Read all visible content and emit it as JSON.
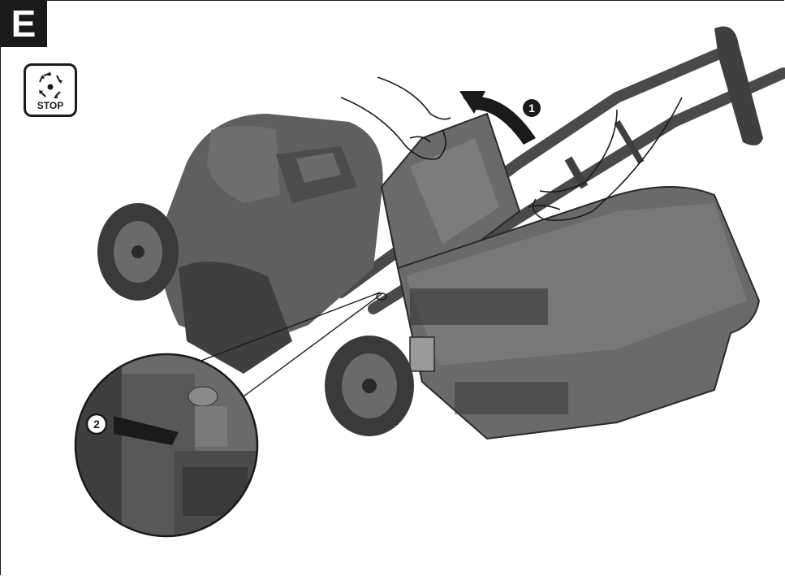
{
  "figure": {
    "section_label": "E",
    "stop_icon": {
      "icon": "stop-blade-rotation-icon",
      "label": "STOP"
    },
    "steps": [
      {
        "number": "1",
        "action": "lift-flap"
      },
      {
        "number": "2",
        "action": "push-lever"
      }
    ]
  },
  "colors": {
    "ink": "#1a1a1a",
    "mower_body": "#5f5f5f",
    "mower_dark": "#3f3f3f",
    "grass_box": "#6a6a6a",
    "highlight": "#8a8a8a"
  }
}
